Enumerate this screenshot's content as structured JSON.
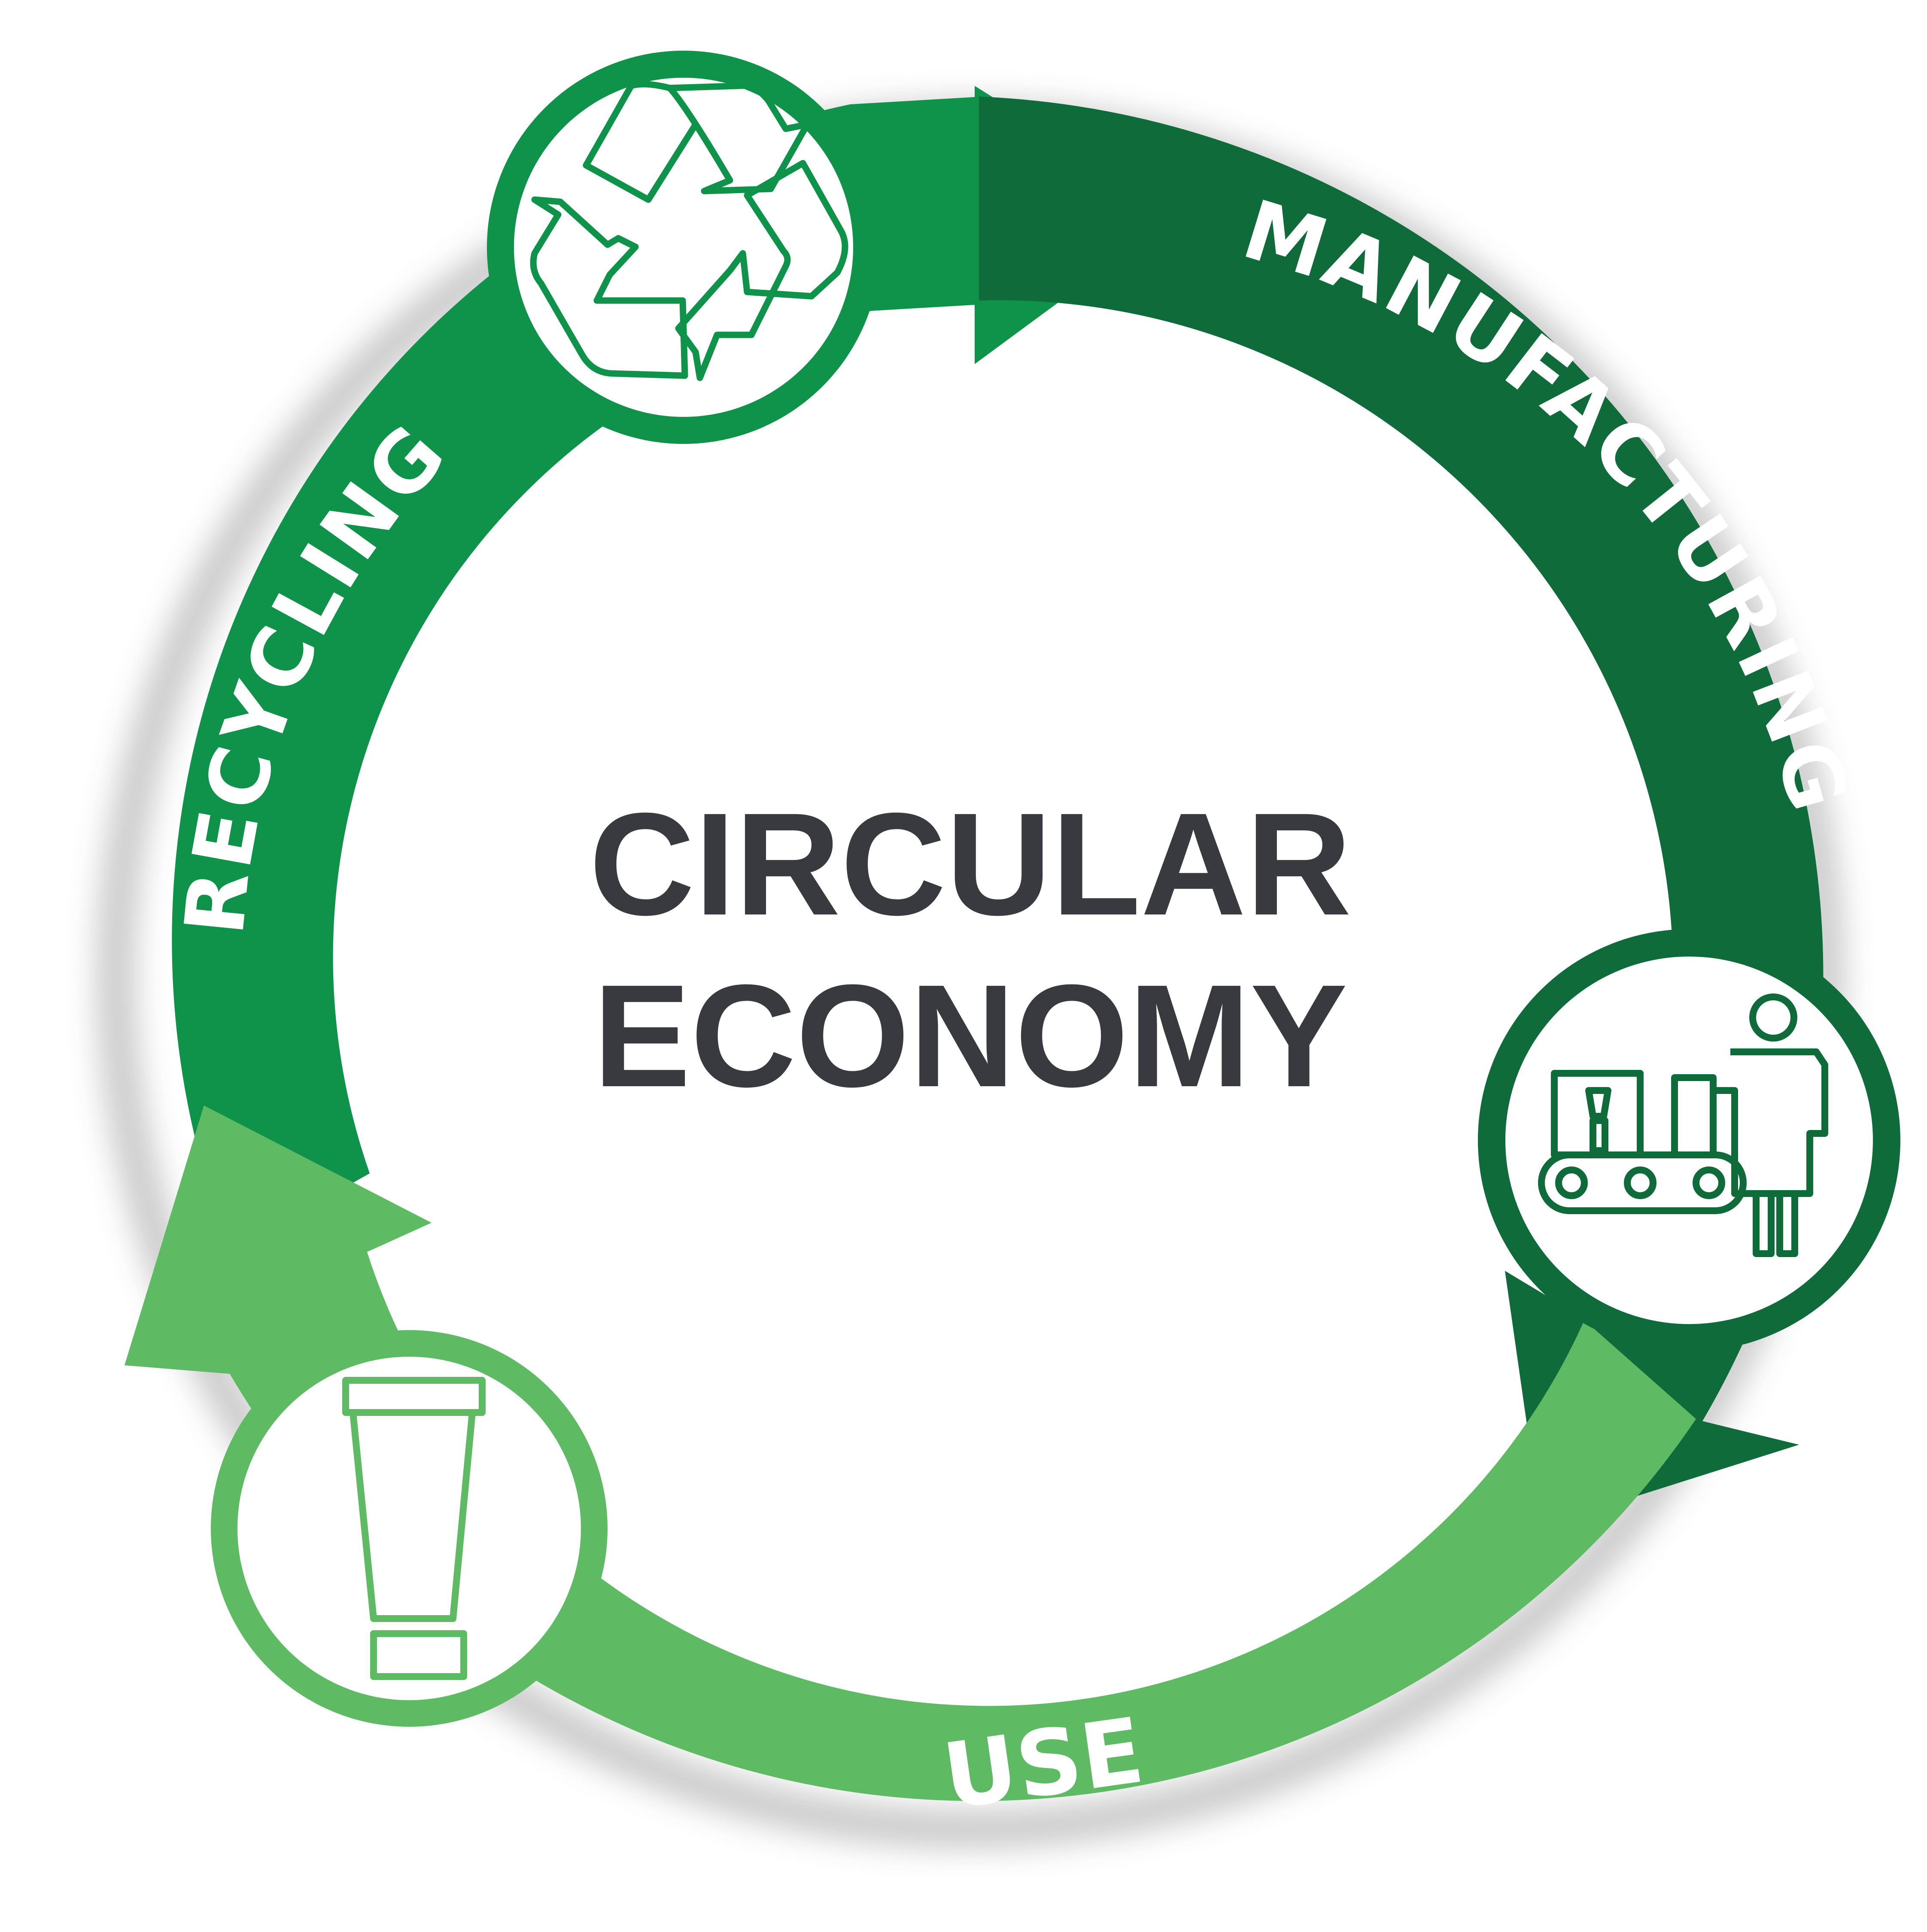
{
  "diagram": {
    "center_title": {
      "line1": "CIRCULAR",
      "line2": "ECONOMY"
    },
    "stages": [
      {
        "label": "RECYCLING",
        "icon": "recycle-icon",
        "color": "#0f934b"
      },
      {
        "label": "MANUFACTURING",
        "icon": "conveyor-worker-icon",
        "color": "#0f6b3a"
      },
      {
        "label": "USE",
        "icon": "tube-icon",
        "color": "#5fba64"
      }
    ],
    "colors": {
      "recycling": "#0f934b",
      "manufacturing": "#0f6b3a",
      "use": "#5fba64",
      "title_text": "#383a40",
      "label_text": "#ffffff"
    }
  }
}
